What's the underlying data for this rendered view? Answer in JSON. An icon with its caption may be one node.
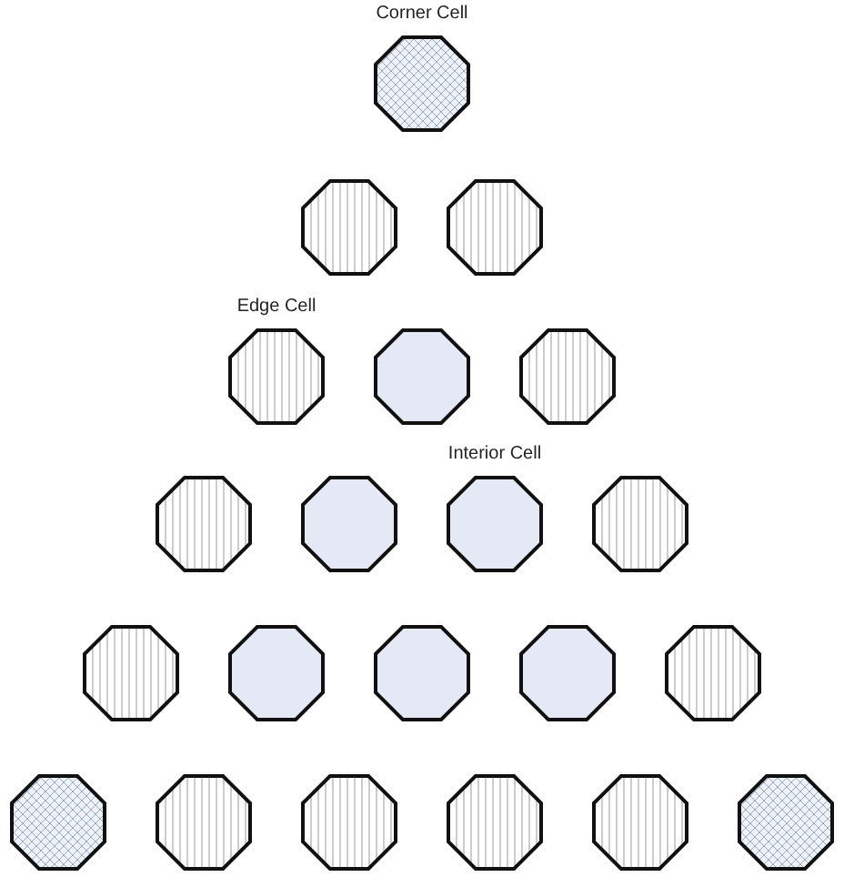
{
  "diagram": {
    "nodes": [
      {
        "text": [
          "Corner Cell"
        ]
      },
      {
        "text": [],
        "shape": "octagon"
      },
      {
        "text": [],
        "shape": "octagon"
      },
      {
        "text": [
          "Edge Cell"
        ]
      },
      {
        "text": [],
        "shape": "octagon"
      },
      {
        "text": [],
        "shape": "octagon"
      },
      {
        "text": [],
        "shape": "octagon"
      },
      {
        "text": [],
        "shape": "octagon"
      },
      {
        "text": [
          "Interior Cell"
        ]
      },
      {
        "text": [],
        "shape": "octagon"
      },
      {
        "text": [],
        "shape": "octagon"
      },
      {
        "text": [],
        "shape": "octagon"
      },
      {
        "text": [],
        "shape": "octagon"
      },
      {
        "text": [],
        "shape": "octagon"
      },
      {
        "text": [],
        "shape": "octagon"
      },
      {
        "text": [],
        "shape": "octagon"
      },
      {
        "text": [],
        "shape": "octagon"
      },
      {
        "text": [],
        "shape": "octagon"
      },
      {
        "text": [],
        "shape": "octagon"
      },
      {
        "text": [],
        "shape": "octagon"
      },
      {
        "text": [],
        "shape": "octagon"
      }
    ]
  }
}
